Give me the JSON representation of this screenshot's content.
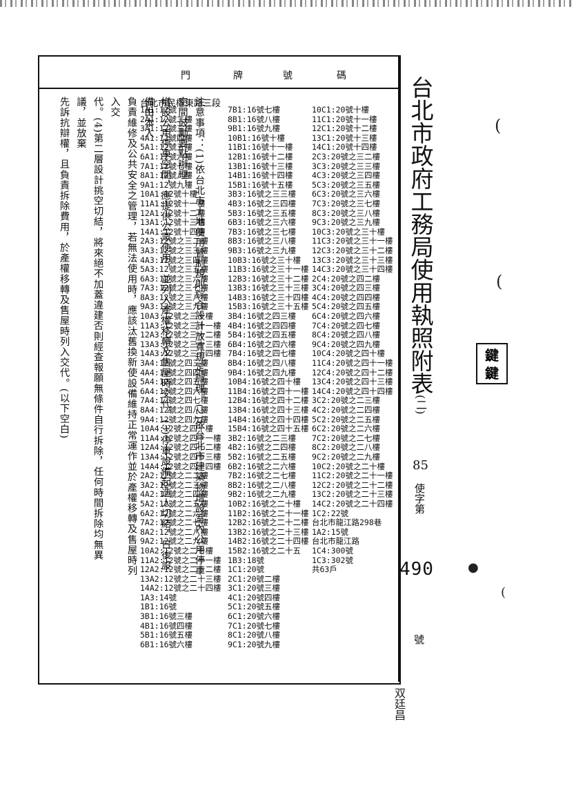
{
  "header_columns": [
    "門",
    "牌",
    "號",
    "碼"
  ],
  "title": "台北市政府工務局使用執照附表",
  "title_suffix": "(二)",
  "year": "85",
  "permit_prefix": "使字第",
  "permit_number": "490",
  "permit_suffix": "號",
  "handwritten": "双廷昌",
  "section_heading": "台北市民權東路三段",
  "col1": [
    "1A1:12號",
    "2A1:12號二樓",
    "3A1:12號三樓",
    "4A1:12號四樓",
    "5A1:12號五樓",
    "6A1:12號六樓",
    "7A1:12號七樓",
    "8A1:12號八樓",
    "9A1:12號九樓",
    "10A1:12號十樓",
    "11A1:12號十一樓",
    "12A1:12號十二樓",
    "13A1:12號十三樓",
    "14A1:12號十四樓",
    "2A3:12號之三二樓",
    "3A3:12號之三三樓",
    "4A3:12號之三四樓",
    "5A3:12號之三五樓",
    "6A3:12號之三六樓",
    "7A3:12號之三七樓",
    "8A3:12號之三八樓",
    "9A3:12號之三九樓",
    "10A3:12號之三十樓",
    "11A3:12號之三十一樓",
    "12A3:12號之三十二樓",
    "13A3:12號之三十三樓",
    "14A3:12號之三十四樓",
    "3A4:12號之四三樓",
    "4A4:12號之四四樓",
    "5A4:12號之四五樓",
    "6A4:12號之四六樓",
    "7A4:12號之四七樓",
    "8A4:12號之四八樓",
    "9A4:12號之四九樓",
    "10A4:12號之四十樓",
    "11A4:12號之四十一樓",
    "12A4:12號之四十二樓",
    "13A4:12號之四十三樓",
    "14A4:12號之四十四樓",
    "2A2:12號之二二樓",
    "3A2:12號之二三樓",
    "4A2:12號之二四樓",
    "5A2:12號之二五樓",
    "6A2:12號之二六樓",
    "7A2:12號之二七樓",
    "8A2:12號之二八樓",
    "9A2:12號之二九樓",
    "10A2:12號之二十樓",
    "11A2:12號之二十一樓",
    "12A2:12號之二十二樓",
    "13A2:12號之二十三樓",
    "14A2:12號之二十四樓",
    "1A3:14號",
    "1B1:16號",
    "3B1:16號三樓",
    "4B1:16號四樓",
    "5B1:16號五樓",
    "6B1:16號六樓"
  ],
  "col2": [
    "7B1:16號七樓",
    "8B1:16號八樓",
    "9B1:16號九樓",
    "10B1:16號十樓",
    "11B1:16號十一樓",
    "12B1:16號十二樓",
    "13B1:16號十三樓",
    "14B1:16號十四樓",
    "15B1:16號十五樓",
    "3B3:16號之三三樓",
    "4B3:16號之三四樓",
    "5B3:16號之三五樓",
    "6B3:16號之三六樓",
    "7B3:16號之三七樓",
    "8B3:16號之三八樓",
    "9B3:16號之三九樓",
    "10B3:16號之三十樓",
    "11B3:16號之三十一樓",
    "12B3:16號之三十二樓",
    "13B3:16號之三十三樓",
    "14B3:16號之三十四樓",
    "15B3:16號之三十五樓",
    "3B4:16號之四三樓",
    "4B4:16號之四四樓",
    "5B4:16號之四五樓",
    "6B4:16號之四六樓",
    "7B4:16號之四七樓",
    "8B4:16號之四八樓",
    "9B4:16號之四九樓",
    "10B4:16號之四十樓",
    "11B4:16號之四十一樓",
    "12B4:16號之四十二樓",
    "13B4:16號之四十三樓",
    "14B4:16號之四十四樓",
    "15B4:16號之四十五樓",
    "3B2:16號之二三樓",
    "4B2:16號之二四樓",
    "5B2:16號之二五樓",
    "6B2:16號之二六樓",
    "7B2:16號之二七樓",
    "8B2:16號之二八樓",
    "9B2:16號之二九樓",
    "10B2:16號之二十樓",
    "11B2:16號之二十一樓",
    "12B2:16號之二十二樓",
    "13B2:16號之二十三樓",
    "14B2:16號之二十四樓",
    "15B2:16號之二十五",
    "1B3:18號",
    "1C1:20號",
    "2C1:20號二樓",
    "3C1:20號三樓",
    "4C1:20號四樓",
    "5C1:20號五樓",
    "6C1:20號六樓",
    "7C1:20號七樓",
    "8C1:20號八樓",
    "9C1:20號九樓"
  ],
  "col3": [
    "10C1:20號十樓",
    "11C1:20號十一樓",
    "12C1:20號十二樓",
    "13C1:20號十三樓",
    "14C1:20號十四樓",
    "2C3:20號之三二樓",
    "3C3:20號之三三樓",
    "4C3:20號之三四樓",
    "5C3:20號之三五樓",
    "6C3:20號之三六樓",
    "7C3:20號之三七樓",
    "8C3:20號之三八樓",
    "9C3:20號之三九樓",
    "10C3:20號之三十樓",
    "11C3:20號之三十一樓",
    "12C3:20號之三十二樓",
    "13C3:20號之三十三樓",
    "14C3:20號之三十四樓",
    "2C4:20號之四二樓",
    "3C4:20號之四三樓",
    "4C4:20號之四四樓",
    "5C4:20號之四五樓",
    "6C4:20號之四六樓",
    "7C4:20號之四七樓",
    "8C4:20號之四八樓",
    "9C4:20號之四九樓",
    "10C4:20號之四十樓",
    "11C4:20號之四十一樓",
    "12C4:20號之四十二樓",
    "13C4:20號之四十三樓",
    "14C4:20號之四十四樓",
    "3C2:20號之二三樓",
    "4C2:20號之二四樓",
    "5C2:20號之二五樓",
    "6C2:20號之二六樓",
    "7C2:20號之二七樓",
    "8C2:20號之二八樓",
    "9C2:20號之二九樓",
    "10C2:20號之二十樓",
    "11C2:20號之二十一樓",
    "12C2:20號之二十二樓",
    "13C2:20號之二十三樓",
    "14C2:20號之二十四樓",
    "1C2:22號",
    "台北市龍江路298巷",
    "1A2:15號",
    "台北市龍江路",
    "1C4:300號",
    "1C3:302號",
    "共63戶"
  ],
  "notes": [
    "注意事項：(1)依台北市土地使用管制規則綜合設計放寬規定辦理。(2)依台北市建築物增設室內公用停車空間鼓勵要點辦理，",
    "增設公用停車空間，應提供公眾使用，並列入產權移轉及售屋時交代。(3)停車設備起造人切結，日後設備由本人",
    "負責維修及公共安全之管理，若無法使用時，應該汰舊換新使設備維持正常運作並於產權移轉及售屋時列入交",
    "代。(4)第二層設計挑空切結，將來絕不加蓋違建否則經查報願無條件自行拆除，任何時間拆除均無異議，並放棄",
    "先訴抗辯權，且負責拆除費用，於產權移轉及售屋時列入交代。(以下空白)"
  ],
  "stamp_text": "鍵"
}
